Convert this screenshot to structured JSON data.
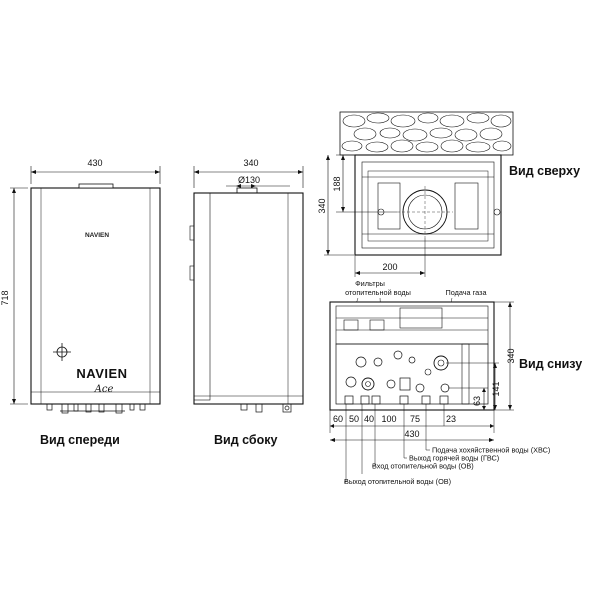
{
  "front": {
    "width": "430",
    "height": "718",
    "brand_small": "NAVIEN",
    "brand_big": "NAVIEN",
    "model": "Ace",
    "caption": "Вид спереди"
  },
  "side": {
    "depth": "340",
    "flue": "Ø130",
    "caption": "Вид сбоку"
  },
  "top": {
    "dim_188": "188",
    "dim_340": "340",
    "dim_200": "200",
    "caption": "Вид сверху"
  },
  "bottom": {
    "label_filters": "Фильтры отопительной воды",
    "label_gas": "Подача газа",
    "dim_340": "340",
    "dim_141": "141",
    "dim_63": "63",
    "dims_row": [
      "60",
      "50",
      "40",
      "100",
      "75",
      "23"
    ],
    "width": "430",
    "caption": "Вид снизу",
    "legend": [
      "Подача хохяйственной воды (ХВС)",
      "Выход горячей воды (ГВС)",
      "Вход отопительной воды (ОВ)",
      "Выход отопительной воды (ОВ)"
    ]
  }
}
